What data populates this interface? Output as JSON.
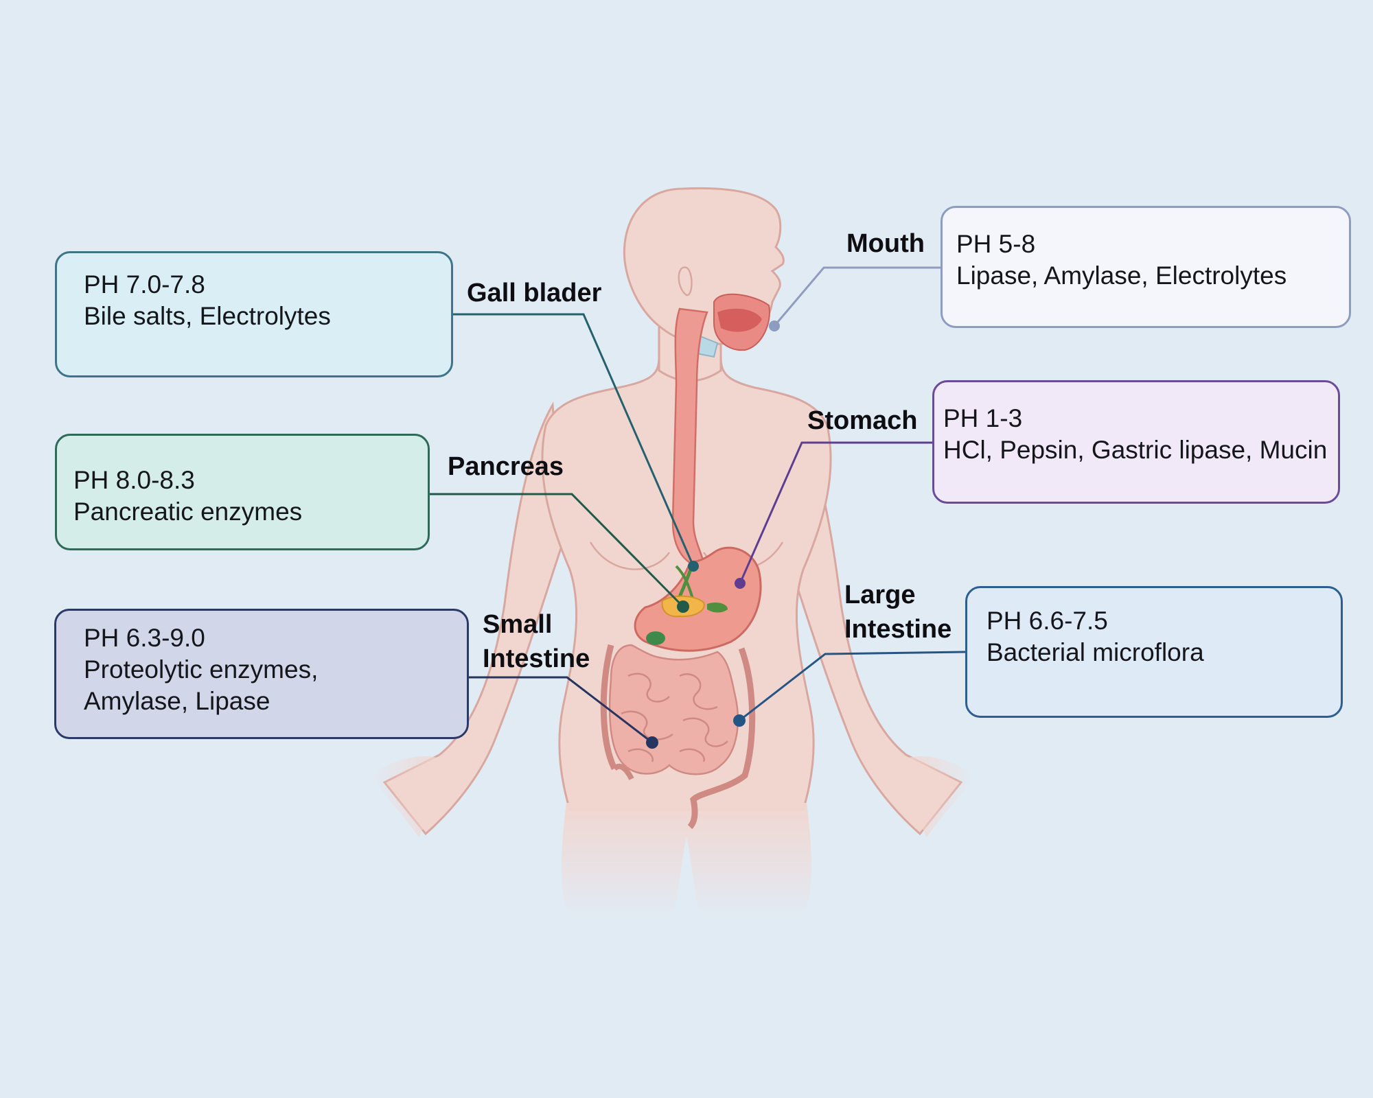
{
  "colors": {
    "background": "#e1ebf4",
    "skin": "#f1d6d0",
    "skin_outline": "#d8a79f",
    "mouth_line": "#8e9cbf",
    "gallbladder_line": "#25606e",
    "pancreas_line": "#1f5a4a",
    "stomach_line": "#5e3d91",
    "small_intestine_line": "#25355f",
    "large_intestine_line": "#255585"
  },
  "organs": {
    "mouth": {
      "label": "Mouth",
      "ph": "PH 5-8",
      "contents": "Lipase, Amylase, Electrolytes",
      "box_fill": "#f4f6fb",
      "box_border": "#8e9cbf"
    },
    "gallbladder": {
      "label": "Gall blader",
      "ph": "PH 7.0-7.8",
      "contents": "Bile salts, Electrolytes",
      "box_fill": "#d9eff5",
      "box_border": "#3e7487"
    },
    "stomach": {
      "label": "Stomach",
      "ph": "PH 1-3",
      "contents": "HCl, Pepsin, Gastric lipase, Mucin",
      "box_fill": "#f1e9f8",
      "box_border": "#6b4a99"
    },
    "pancreas": {
      "label": "Pancreas",
      "ph": "PH 8.0-8.3",
      "contents": "Pancreatic enzymes",
      "box_fill": "#d4ede9",
      "box_border": "#2d6a58"
    },
    "small_intestine": {
      "label": "Small\nIntestine",
      "ph": "PH 6.3-9.0",
      "contents": "Proteolytic enzymes,\nAmylase, Lipase",
      "box_fill": "#d1d6e9",
      "box_border": "#2a3965"
    },
    "large_intestine": {
      "label": "Large\nIntestine",
      "ph": "PH 6.6-7.5",
      "contents": "Bacterial microflora",
      "box_fill": "#dfeaf7",
      "box_border": "#2c5f8f"
    }
  }
}
